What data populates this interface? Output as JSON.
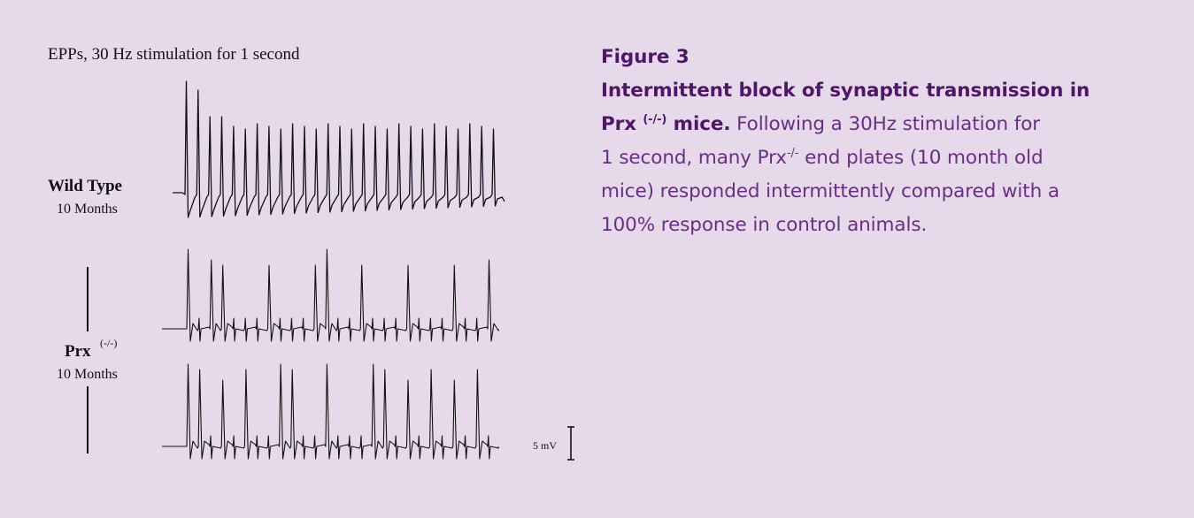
{
  "figure": {
    "trace_title": "EPPs, 30 Hz stimulation for 1 second",
    "wild_type_label": "Wild Type",
    "wild_type_age": "10 Months",
    "prx_label": "Prx",
    "prx_superscript": "(-/-)",
    "prx_age": "10 Months",
    "scale_bar_label": "5 mV",
    "stimulation_rate_hz": 30,
    "duration_s": 1,
    "wild_type_stimuli": 27,
    "wild_type_responses_pattern": "all",
    "prx_trace1_response_indices": [
      0,
      2,
      3,
      7,
      11,
      12,
      15,
      19,
      23,
      26
    ],
    "prx_trace2_response_indices": [
      0,
      1,
      3,
      5,
      8,
      9,
      12,
      16,
      17,
      19,
      21,
      23,
      25
    ]
  },
  "caption": {
    "figure_label": "Figure 3",
    "title_part1": "Intermittent block of synaptic transmission in",
    "title_prx": "Prx ",
    "title_sup": "(-/-)",
    "title_part2": " mice.",
    "body_part1": " Following a 30Hz stimulation for",
    "body_part2": "1 second, many Prx",
    "body_sup": "-/-",
    "body_part3": " end plates (10 month old",
    "body_part4": "mice) responded intermittently compared with a",
    "body_part5": "100% response in control animals."
  },
  "colors": {
    "background": "#e5d9ea",
    "trace": "#111111",
    "caption_heading": "#4f1568",
    "caption_body": "#6a2e84"
  }
}
